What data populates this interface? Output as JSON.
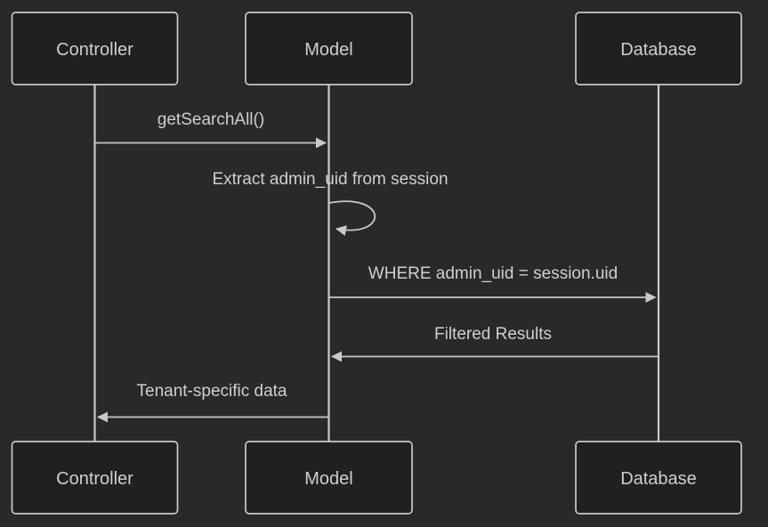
{
  "diagram": {
    "type": "sequence-diagram",
    "theme": "dark",
    "colors": {
      "background": "#292929",
      "actor_fill": "#1f2020",
      "actor_border": "#c9c9c9",
      "line": "#c9c9c9",
      "text": "#cfcfcf"
    },
    "actors": [
      {
        "id": "controller",
        "label": "Controller"
      },
      {
        "id": "model",
        "label": "Model"
      },
      {
        "id": "database",
        "label": "Database"
      }
    ],
    "messages": [
      {
        "from": "Controller",
        "to": "Model",
        "kind": "solid-arrow",
        "label": "getSearchAll()"
      },
      {
        "from": "Model",
        "to": "Model",
        "kind": "self-loop",
        "label": "Extract admin_uid from session"
      },
      {
        "from": "Model",
        "to": "Database",
        "kind": "solid-arrow",
        "label": "WHERE admin_uid = session.uid"
      },
      {
        "from": "Database",
        "to": "Model",
        "kind": "solid-arrow",
        "label": "Filtered Results"
      },
      {
        "from": "Model",
        "to": "Controller",
        "kind": "solid-arrow",
        "label": "Tenant-specific data"
      }
    ]
  }
}
